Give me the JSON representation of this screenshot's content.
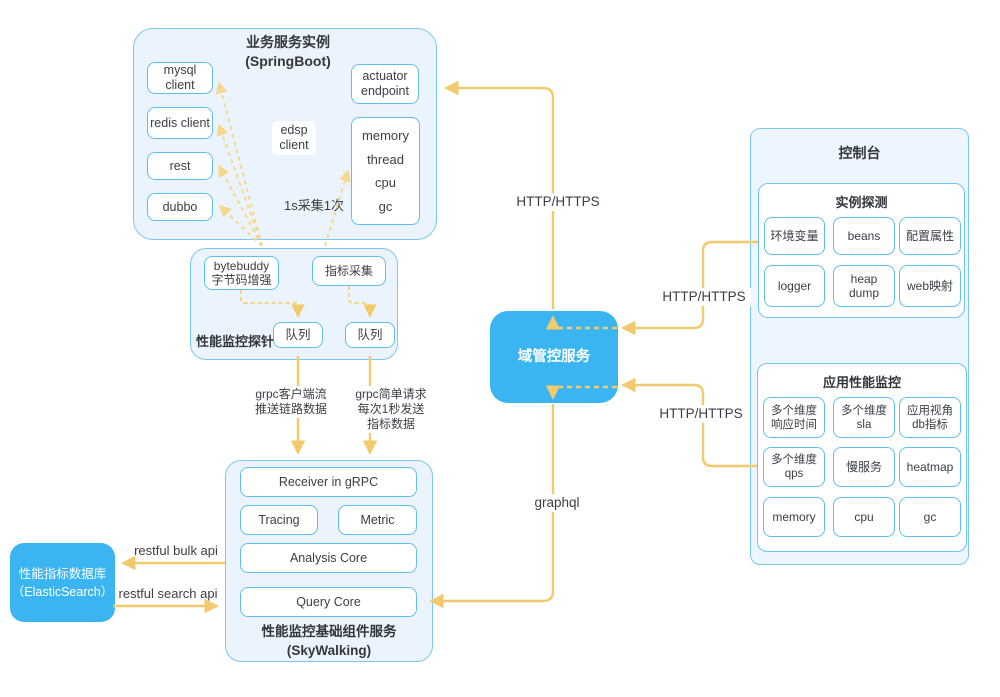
{
  "diagram": {
    "springboot": {
      "title": [
        "业务服务实例",
        "(SpringBoot)"
      ],
      "clients": [
        "mysql client",
        "redis client",
        "rest",
        "dubbo"
      ],
      "edsp": "edsp client",
      "actuator": "actuator endpoint",
      "metrics": [
        "memory",
        "thread",
        "cpu",
        "gc"
      ],
      "note": "1s采集1次"
    },
    "probe": {
      "label": "性能监控探针",
      "bytebuddy": "bytebuddy 字节码增强",
      "collector": "指标采集",
      "queue1": "队列",
      "queue2": "队列"
    },
    "domain_service": {
      "label": "域管控服务"
    },
    "elasticsearch": {
      "title": [
        "性能指标数据库",
        "（ElasticSearch）"
      ]
    },
    "skywalking": {
      "receiver": "Receiver in gRPC",
      "tracing": "Tracing",
      "metric": "Metric",
      "analysis": "Analysis Core",
      "query": "Query Core",
      "title": [
        "性能监控基础组件服务",
        "(SkyWalking)"
      ]
    },
    "console": {
      "title": "控制台",
      "probe_section": {
        "title": "实例探测",
        "items": [
          "环境变量",
          "beans",
          "配置属性",
          "logger",
          "heap dump",
          "web映射"
        ]
      },
      "apm_section": {
        "title": "应用性能监控",
        "items": [
          "多个维度 响应时间",
          "多个维度 sla",
          "应用视角 db指标",
          "多个维度 qps",
          "慢服务",
          "heatmap",
          "memory",
          "cpu",
          "gc"
        ]
      }
    },
    "edges": {
      "http_top": "HTTP/HTTPS",
      "http_mid": "HTTP/HTTPS",
      "http_bottom": "HTTP/HTTPS",
      "graphql": "graphql",
      "grpc_stream": [
        "grpc客户端流",
        "推送链路数据"
      ],
      "grpc_simple": [
        "grpc简单请求",
        "每次1秒发送",
        "指标数据"
      ],
      "restful_bulk": "restful bulk api",
      "restful_search": "restful search api"
    },
    "colors": {
      "accent_blue": "#3ab5f2",
      "panel_fill": "#ebf4fd",
      "panel_border": "#7cc8f2",
      "node_border": "#5fbff2",
      "arrow": "#f2c96b",
      "arrow_light": "#f6d78e",
      "text": "#3a3f46"
    }
  }
}
